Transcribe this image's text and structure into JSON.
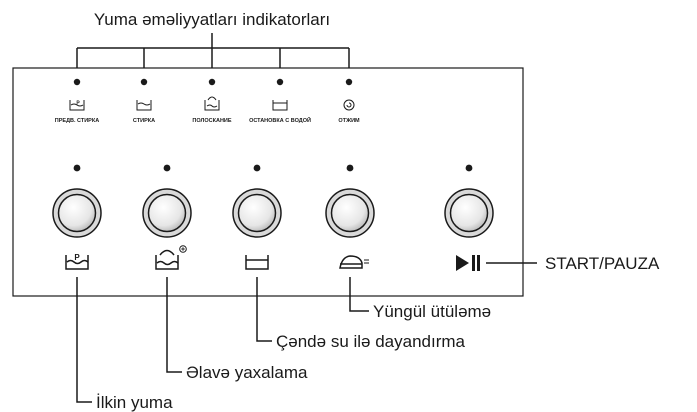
{
  "diagram": {
    "title": "Yuma əməliyyatları indikatorları",
    "indicators": [
      {
        "label": "ПРЕДВ. СТИРКА"
      },
      {
        "label": "СТИРКА"
      },
      {
        "label": "ПОЛОСКАНИЕ"
      },
      {
        "label": "ОСТАНОВКА С ВОДОЙ"
      },
      {
        "label": "ОТЖИМ"
      }
    ],
    "buttons": [
      {
        "icon": "prewash-icon"
      },
      {
        "icon": "extra-rinse-icon"
      },
      {
        "icon": "rinse-hold-icon"
      },
      {
        "icon": "easy-iron-icon"
      },
      {
        "icon": "start-pause-icon"
      }
    ],
    "callouts": {
      "start_pause": "START/PAUZA",
      "easy_iron": "Yüngül ütüləmə",
      "rinse_hold": "Çəndə su ilə dayandırma",
      "extra_rinse": "Əlavə yaxalama",
      "prewash": "İlkin yuma"
    },
    "icon_letters": {
      "prewash_p": "P"
    }
  }
}
